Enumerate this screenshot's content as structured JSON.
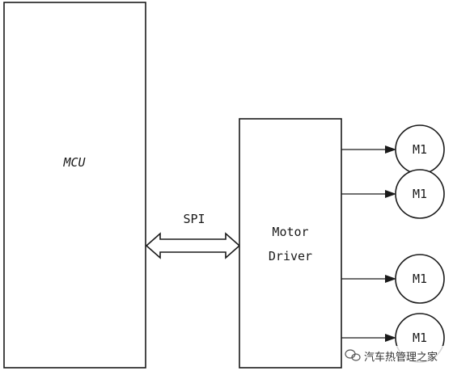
{
  "mcu": {
    "label": "MCU"
  },
  "bus": {
    "label": "SPI"
  },
  "driver": {
    "line1": "Motor",
    "line2": "Driver"
  },
  "motors": [
    {
      "label": "M1"
    },
    {
      "label": "M1"
    },
    {
      "label": "M1"
    },
    {
      "label": "M1"
    }
  ],
  "watermark": {
    "text": "汽车热管理之家",
    "icon": "wechat-icon"
  }
}
